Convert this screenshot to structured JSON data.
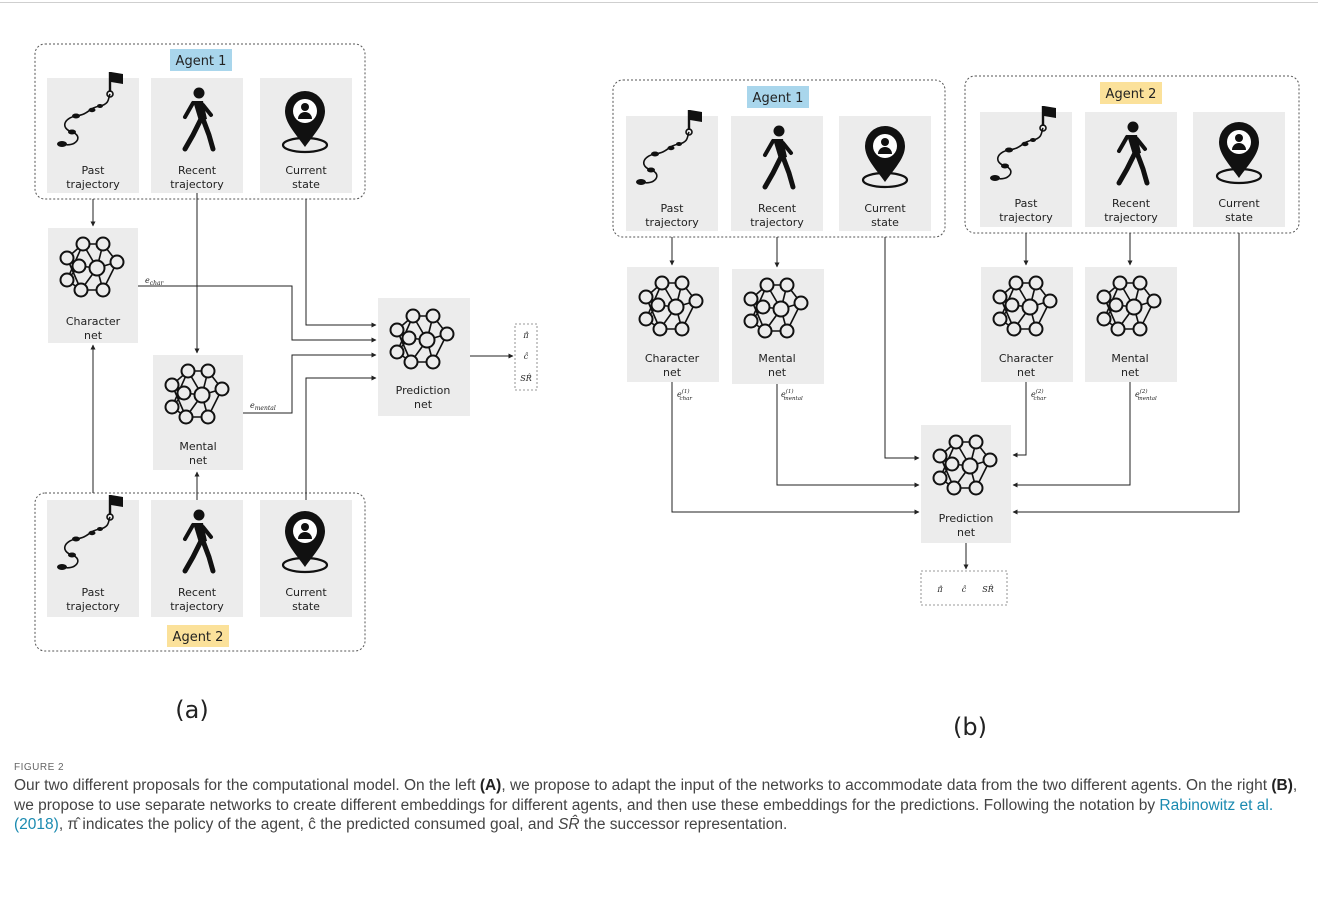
{
  "figure": {
    "panel_a": {
      "subfig_label": "(a)",
      "agent1": "Agent 1",
      "agent2": "Agent 2",
      "past": [
        "Past",
        "trajectory"
      ],
      "recent": [
        "Recent",
        "trajectory"
      ],
      "current": [
        "Current",
        "state"
      ],
      "character_net": [
        "Character",
        "net"
      ],
      "mental_net": [
        "Mental",
        "net"
      ],
      "prediction_net": [
        "Prediction",
        "net"
      ],
      "e_char": "e",
      "e_char_sub": "char",
      "e_mental": "e",
      "e_mental_sub": "mental",
      "outputs": [
        "π̂",
        "ĉ",
        "SR̂"
      ]
    },
    "panel_b": {
      "subfig_label": "(b)",
      "agent1": "Agent 1",
      "agent2": "Agent 2",
      "past": [
        "Past",
        "trajectory"
      ],
      "recent": [
        "Recent",
        "trajectory"
      ],
      "current": [
        "Current",
        "state"
      ],
      "character_net": [
        "Character",
        "net"
      ],
      "mental_net": [
        "Mental",
        "net"
      ],
      "prediction_net": [
        "Prediction",
        "net"
      ],
      "e_char1": "e",
      "e_char1_sup": "(1)",
      "e_char1_sub": "char",
      "e_mental1": "e",
      "e_mental1_sup": "(1)",
      "e_mental1_sub": "mental",
      "e_char2": "e",
      "e_char2_sup": "(2)",
      "e_char2_sub": "char",
      "e_mental2": "e",
      "e_mental2_sup": "(2)",
      "e_mental2_sub": "mental",
      "outputs": [
        "π̂",
        "ĉ",
        "SR̂"
      ]
    },
    "colors": {
      "agent1_tag": "#a9d6ec",
      "agent2_tag": "#fbe19a",
      "box_bg": "#ececec",
      "dashed_border": "#555555"
    }
  },
  "caption": {
    "label": "FIGURE 2",
    "s1": "Our two different proposals for the computational model. On the left ",
    "a": "(A)",
    "s2": ", we propose to adapt the input of the networks to accommodate data from the two different agents. On the right ",
    "b": "(B)",
    "s3": ", we propose to use separate networks to create different embeddings for different agents, and then use these embeddings for the predictions. Following the notation by ",
    "cite": "Rabinowitz et al. (2018)",
    "s4": ", π̂ indicates the policy of the agent, ĉ the predicted consumed goal, and ",
    "sr": "SR̂",
    "s5": " the successor representation."
  }
}
